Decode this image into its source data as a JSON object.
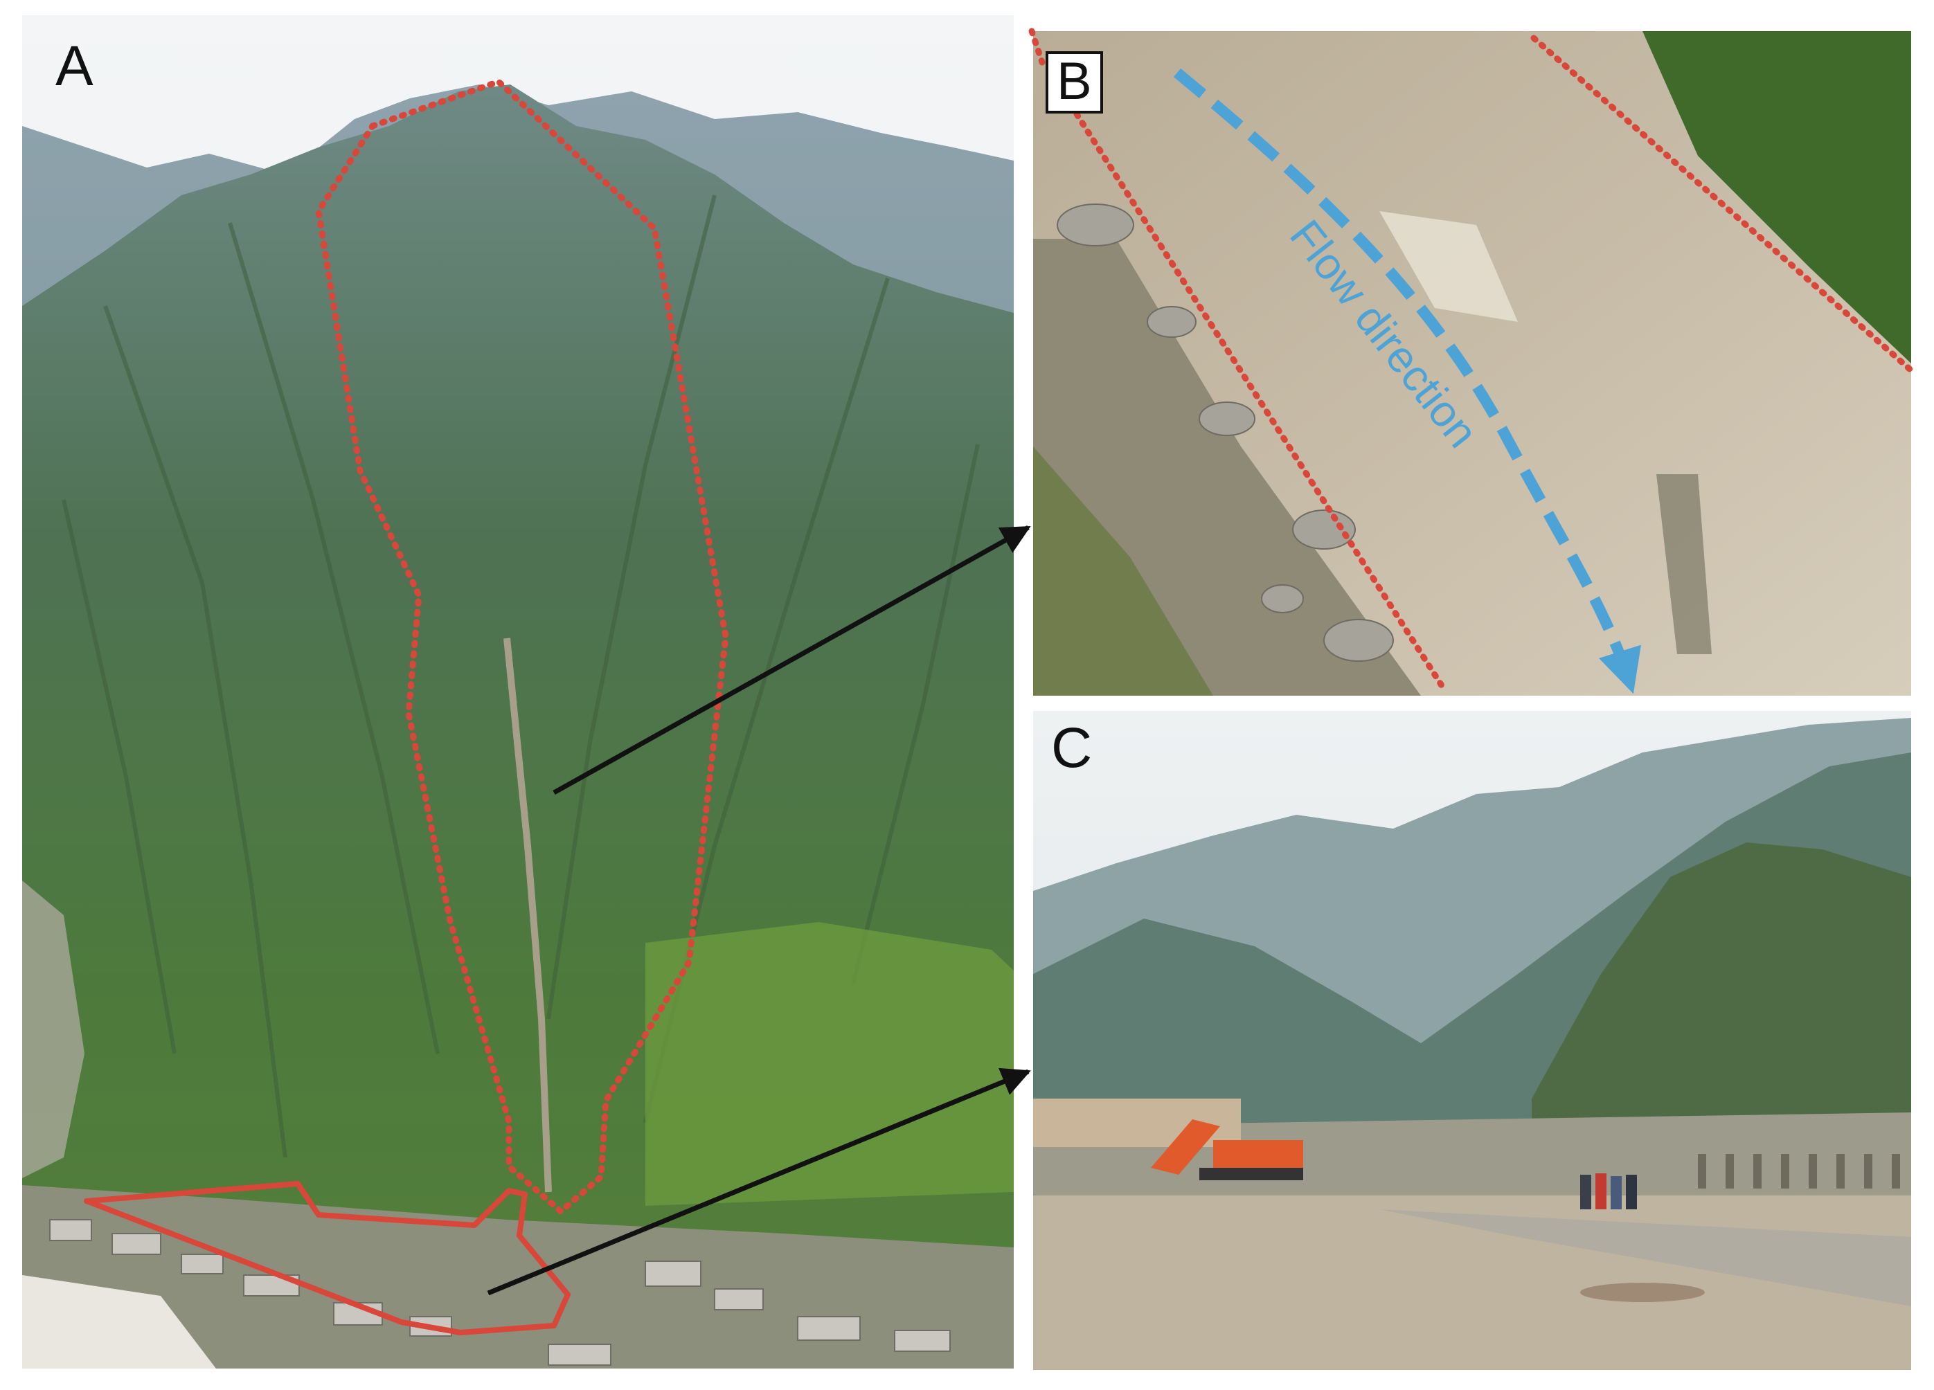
{
  "panels": {
    "a": {
      "letter": "A"
    },
    "b": {
      "letter": "B",
      "annotation": "Flow direction"
    },
    "c": {
      "letter": "C"
    }
  },
  "colors": {
    "boundary_red": "#d9463a",
    "flow_blue": "#4ea3d6",
    "arrow_black": "#111111",
    "panel_label_bg": "#ffffff"
  }
}
